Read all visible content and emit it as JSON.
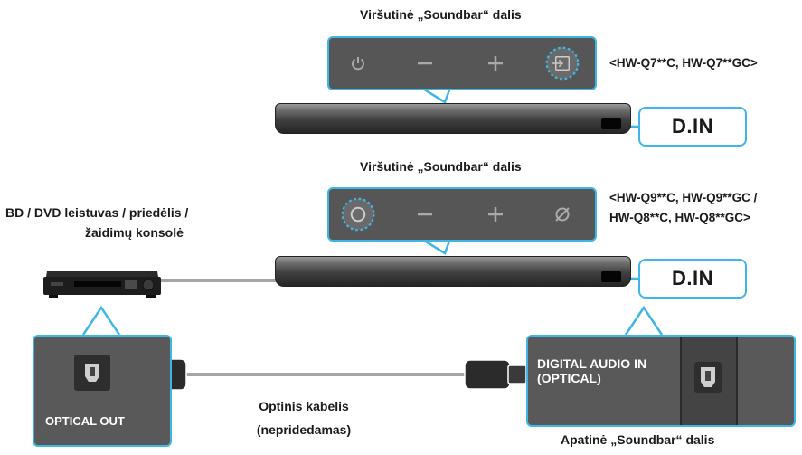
{
  "top_section": {
    "caption": "Viršutinė „Soundbar“ dalis",
    "models": "<HW-Q7**C, HW-Q7**GC>",
    "buttons": [
      "power-icon",
      "minus-icon",
      "plus-icon",
      "input-source-icon"
    ],
    "din_label": "D.IN"
  },
  "middle_section": {
    "caption": "Viršutinė „Soundbar“ dalis",
    "models_line1": "<HW-Q9**C, HW-Q9**GC /",
    "models_line2": "HW-Q8**C, HW-Q8**GC>",
    "buttons": [
      "multi-function-icon",
      "minus-icon",
      "plus-icon",
      "mic-off-icon"
    ],
    "din_label": "D.IN"
  },
  "device": {
    "label_line1": "BD / DVD leistuvas / priedėlis /",
    "label_line2": "žaidimų konsolė",
    "port_label": "OPTICAL OUT"
  },
  "cable": {
    "label_line1": "Optinis kabelis",
    "label_line2": "(nepridedamas)"
  },
  "soundbar_port": {
    "label_line1": "DIGITAL AUDIO IN",
    "label_line2": "(OPTICAL)",
    "caption": "Apatinė „Soundbar“ dalis"
  },
  "colors": {
    "accent": "#3fb7e6",
    "panel": "#565656",
    "text": "#1a1a1a"
  }
}
